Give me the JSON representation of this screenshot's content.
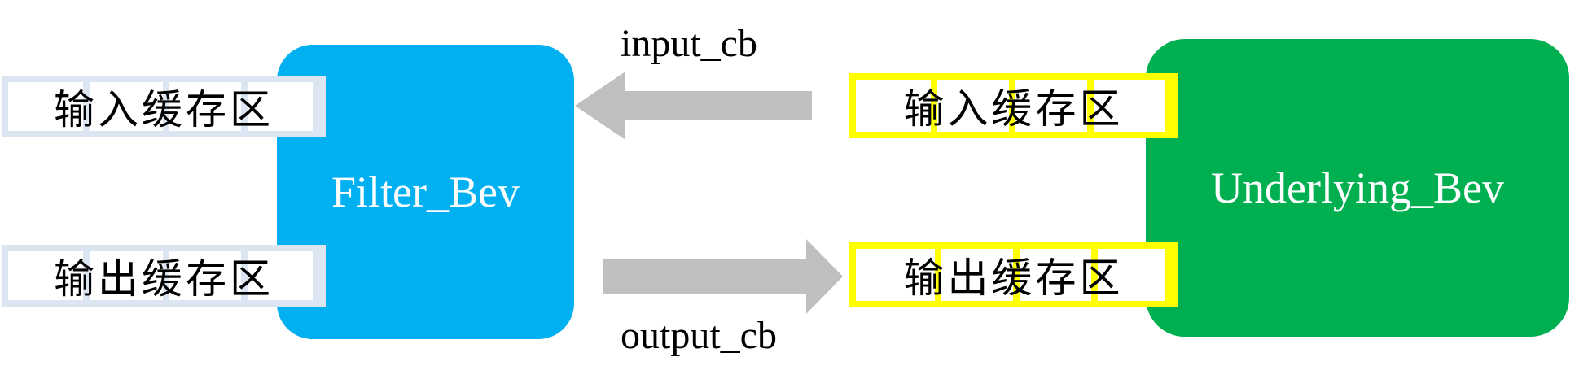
{
  "colors": {
    "filter_block": "#00b0f0",
    "underlying_block": "#00b050",
    "arrow": "#bfbfbf",
    "left_buffer_border": "#dbe6f2",
    "right_buffer_border": "#ffff00"
  },
  "filter_block": {
    "label": "Filter_Bev"
  },
  "underlying_block": {
    "label": "Underlying_Bev"
  },
  "left_buffers": {
    "input": "输入缓存区",
    "output": "输出缓存区"
  },
  "right_buffers": {
    "input": "输入缓存区",
    "output": "输出缓存区"
  },
  "arrows": {
    "input_label": "input_cb",
    "output_label": "output_cb"
  }
}
